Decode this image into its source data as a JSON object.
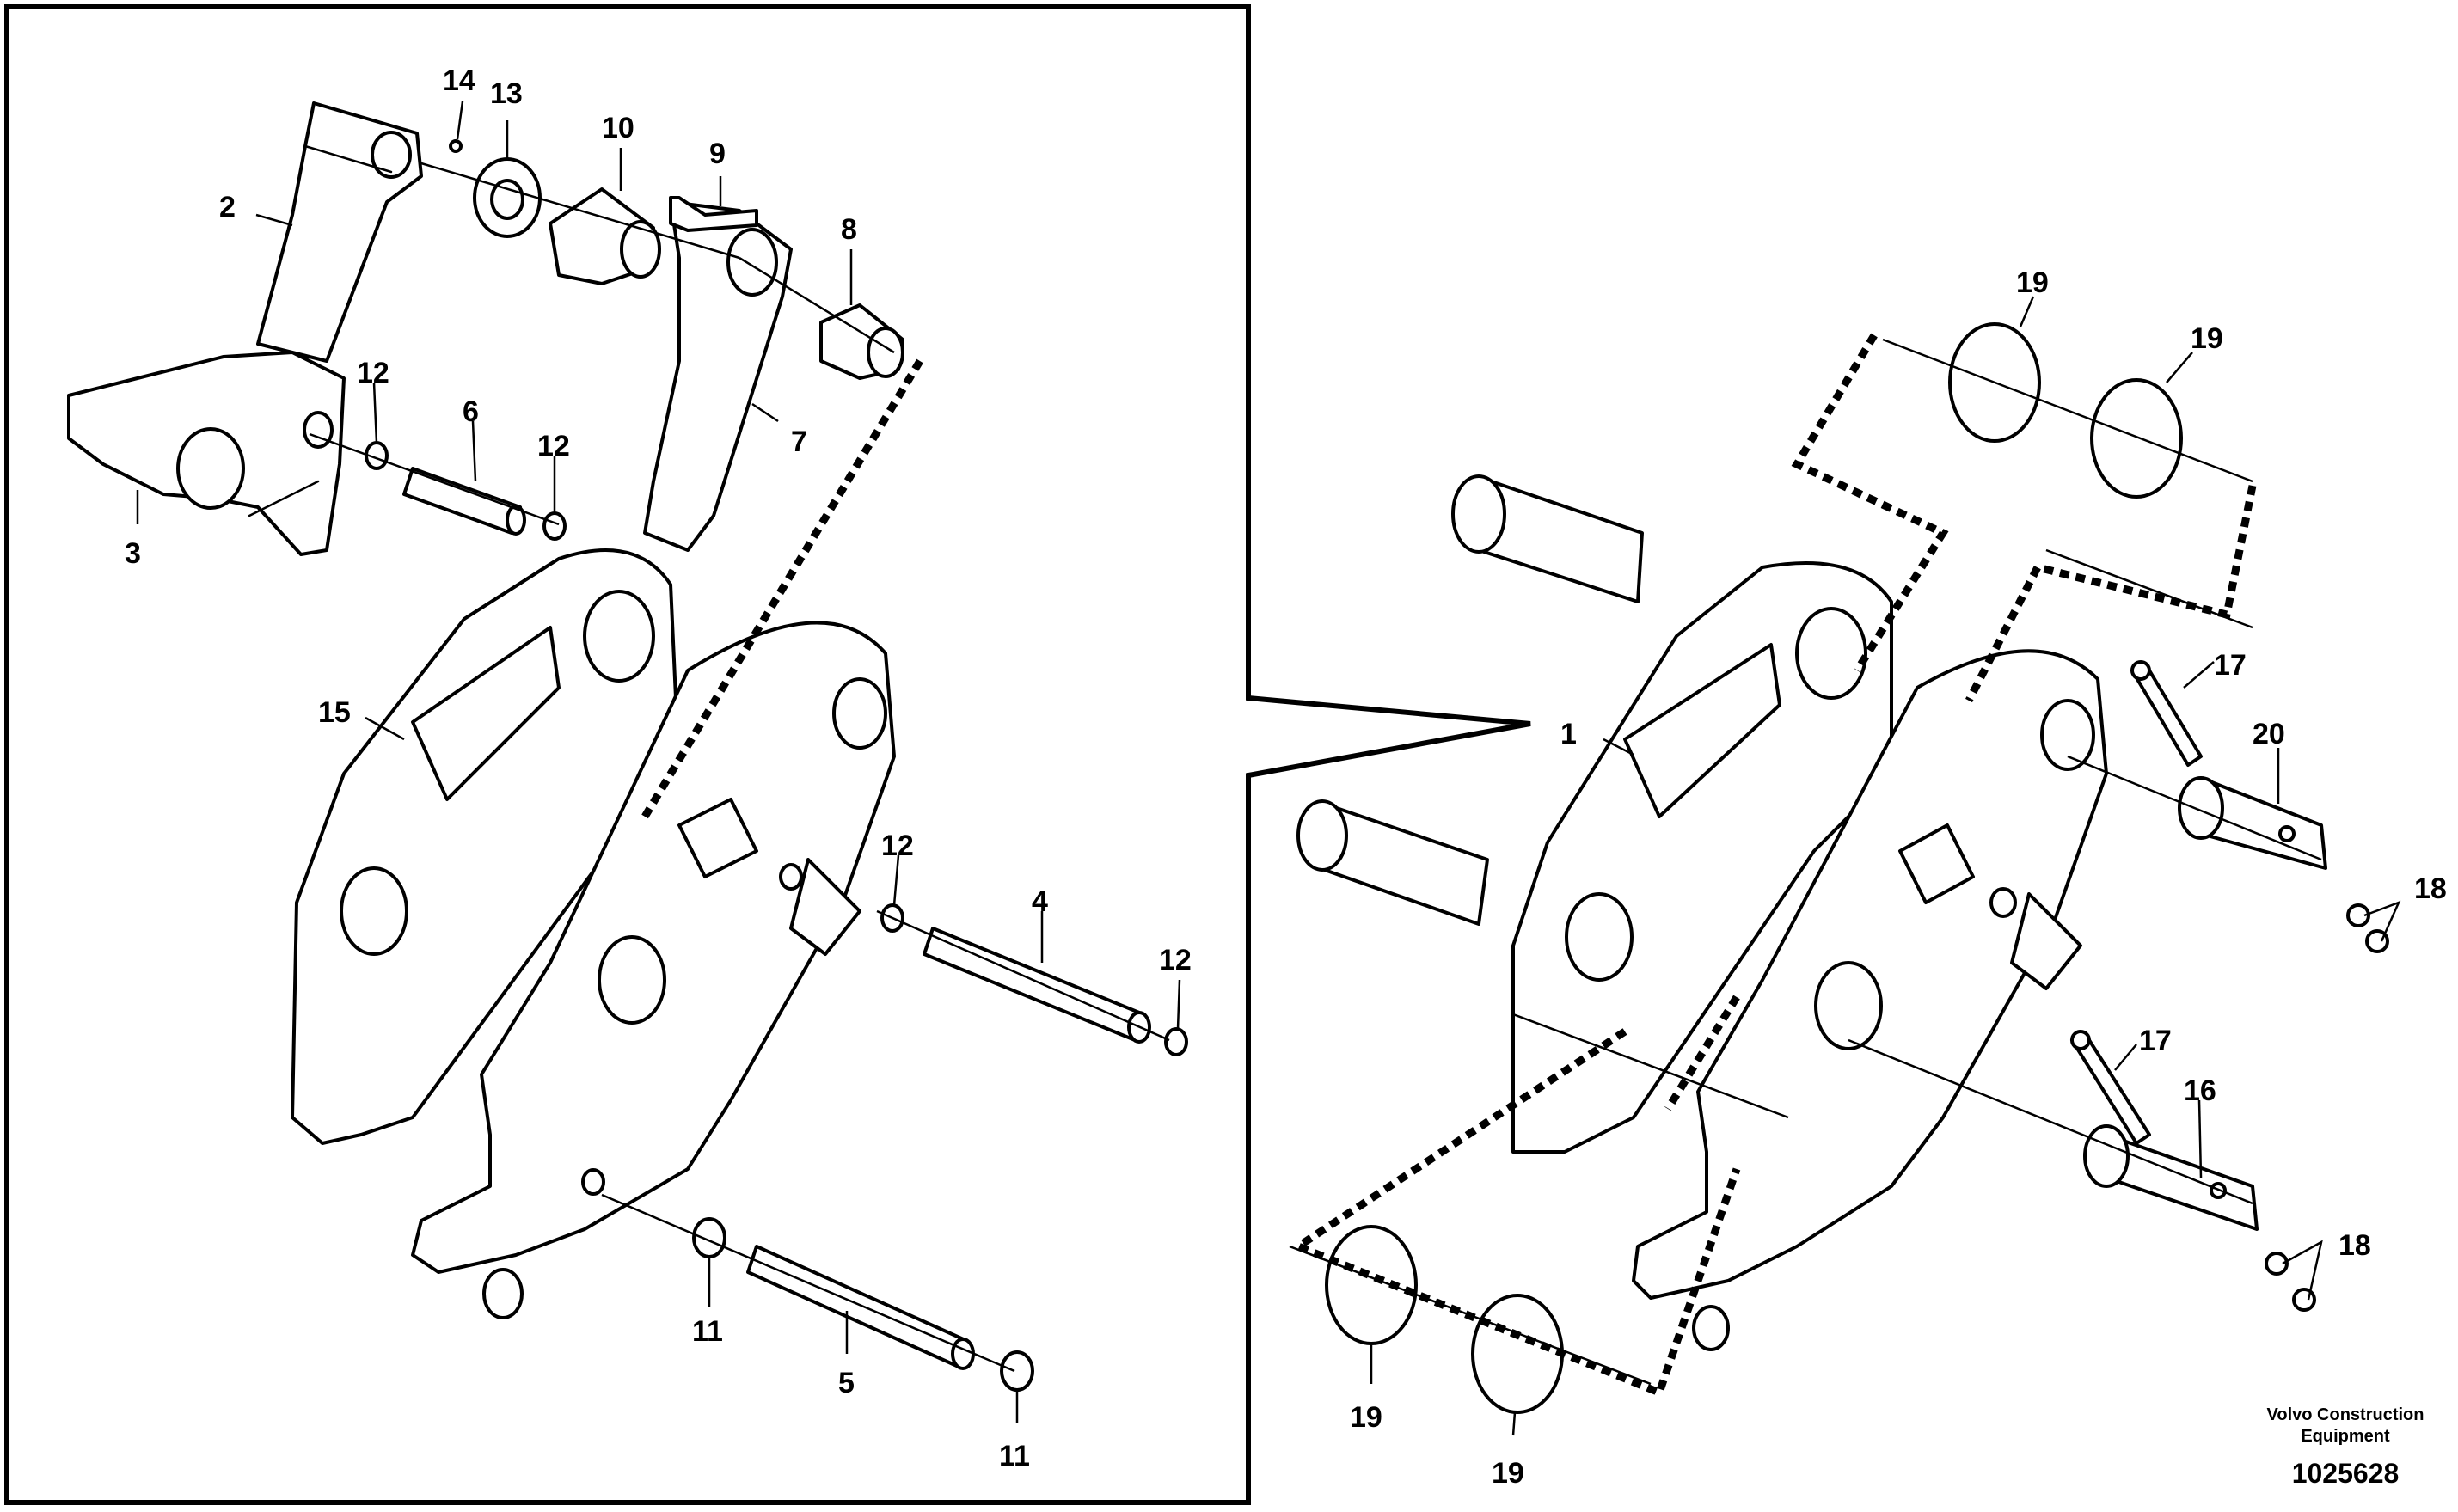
{
  "callouts": {
    "c1": "1",
    "c2": "2",
    "c3": "3",
    "c4": "4",
    "c5": "5",
    "c6": "6",
    "c7": "7",
    "c8": "8",
    "c9": "9",
    "c10": "10",
    "c11a": "11",
    "c11b": "11",
    "c12a": "12",
    "c12b": "12",
    "c12c": "12",
    "c12d": "12",
    "c13": "13",
    "c14": "14",
    "c15": "15",
    "c16": "16",
    "c17a": "17",
    "c17b": "17",
    "c18a": "18",
    "c18b": "18",
    "c19a": "19",
    "c19b": "19",
    "c19c": "19",
    "c19d": "19",
    "c20": "20"
  },
  "footer": {
    "credit_line1": "Volvo Construction",
    "credit_line2": "Equipment",
    "drawing_number": "1025628"
  }
}
